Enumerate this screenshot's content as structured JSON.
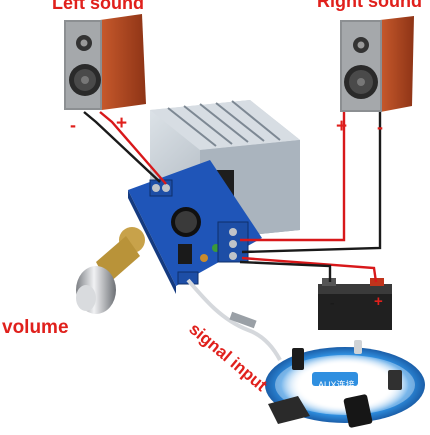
{
  "labels": {
    "left_sound": "Left sound",
    "right_sound": "Right sound",
    "volume": "volume",
    "signal_input": "signal input",
    "aux": "AUX连接"
  },
  "terminals": {
    "left_negative": "-",
    "left_positive": "+",
    "right_positive": "+",
    "right_negative": "-"
  },
  "battery": {
    "negative": "-",
    "positive": "+"
  },
  "colors": {
    "label_red": "#e0201c",
    "wire_red": "#d8181a",
    "wire_black": "#1a1a1a",
    "speaker_wood": "#b84a22",
    "board_blue": "#1f55b8",
    "heatsink": "#b8c2cc",
    "aux_ring": "#2f8fe0"
  },
  "icons": [
    "left-speaker-icon",
    "right-speaker-icon",
    "heatsink-icon",
    "amplifier-board-icon",
    "volume-knob-icon",
    "battery-icon",
    "audio-jack-icon",
    "phone-icon",
    "laptop-icon",
    "tablet-icon",
    "aux-ring-icon"
  ]
}
